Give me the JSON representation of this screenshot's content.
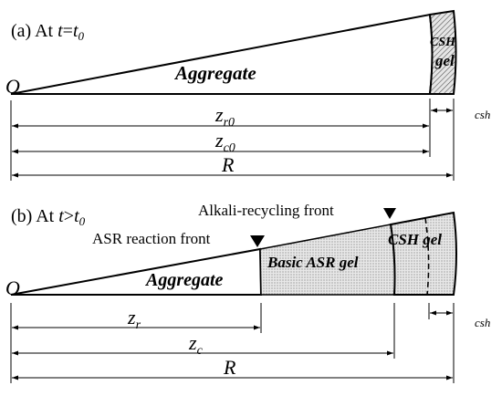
{
  "panel_a": {
    "label_prefix": "(a) At ",
    "label_var": "t",
    "label_eq": "=",
    "label_t": "t",
    "label_sub": "0",
    "origin": "O",
    "aggregate": "Aggregate",
    "csh_gel_line1": "CSH",
    "csh_gel_line2": "gel",
    "dim_zr0_main": "z",
    "dim_zr0_sub": "r0",
    "dim_zc0_main": "z",
    "dim_zc0_sub": "c0",
    "dim_R": "R",
    "dim_csh": "csh"
  },
  "panel_b": {
    "label_prefix": "(b) At ",
    "label_var": "t",
    "label_op": ">",
    "label_t": "t",
    "label_sub": "0",
    "alkali_front": "Alkali-recycling front",
    "asr_front": "ASR reaction front",
    "origin": "O",
    "aggregate": "Aggregate",
    "basic_asr_gel": "Basic ASR gel",
    "csh_gel": "CSH gel",
    "dim_zr_main": "z",
    "dim_zr_sub": "r",
    "dim_zc_main": "z",
    "dim_zc_sub": "c",
    "dim_R": "R",
    "dim_csh": "csh"
  },
  "colors": {
    "line": "#000000",
    "gel_fill": "#d9d9d9"
  }
}
